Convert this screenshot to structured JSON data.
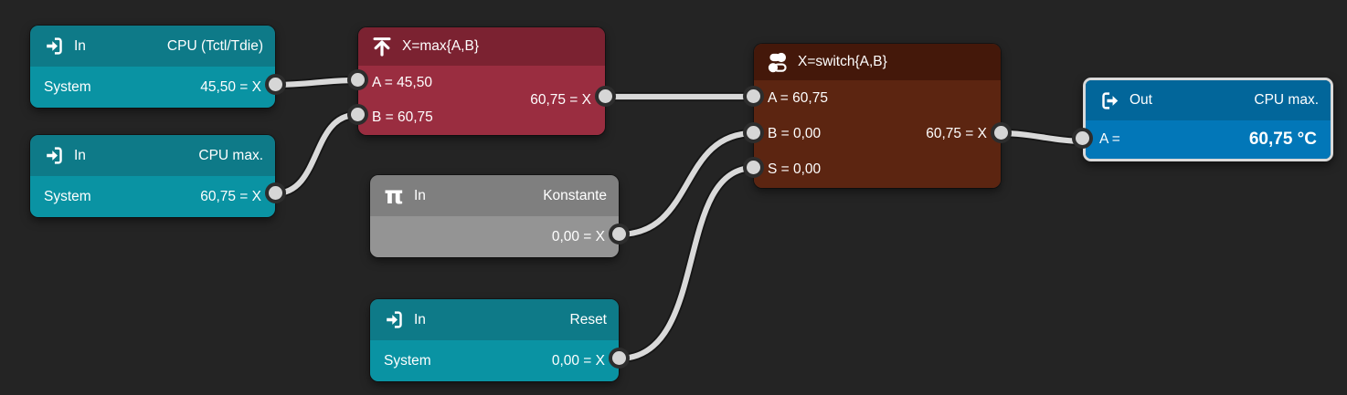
{
  "app": {
    "name": "sensor-node-editor"
  },
  "palette": {
    "background": "#242424",
    "teal_header": "#0e7a88",
    "teal_body": "#0a93a3",
    "red_header": "#7b2231",
    "red_body": "#9a2d40",
    "gray_header": "#7f7f7f",
    "gray_body": "#949494",
    "brown_header": "#44180a",
    "brown_body": "#5c2511",
    "blue_header": "#02669a",
    "blue_body": "#0277b8",
    "wire": "#d9d9d9",
    "port_fill": "#d6d6d6",
    "port_ring": "#2d2d2d",
    "selection_border": "#d9d9d9"
  },
  "icon_glyphs": {
    "pi": "π"
  },
  "nodes": [
    {
      "id": "in-cpu-tctl",
      "icon": "sign-in-icon",
      "header": {
        "label": "In",
        "title": "CPU (Tctl/Tdie)"
      },
      "body": {
        "source": "System",
        "value": "45,50 = X"
      }
    },
    {
      "id": "in-cpu-max",
      "icon": "sign-in-icon",
      "header": {
        "label": "In",
        "title": "CPU max."
      },
      "body": {
        "source": "System",
        "value": "60,75 = X"
      }
    },
    {
      "id": "max",
      "icon": "max-icon",
      "header": {
        "label": "X=max{A,B}"
      },
      "inputs": [
        {
          "label": "A = 45,50"
        },
        {
          "label": "B = 60,75"
        }
      ],
      "output": {
        "value": "60,75 = X"
      }
    },
    {
      "id": "konstante",
      "icon": "pi-icon",
      "header": {
        "label": "In",
        "title": "Konstante"
      },
      "output": {
        "value": "0,00 = X"
      }
    },
    {
      "id": "in-reset",
      "icon": "sign-in-icon",
      "header": {
        "label": "In",
        "title": "Reset"
      },
      "body": {
        "source": "System",
        "value": "0,00 = X"
      }
    },
    {
      "id": "switch",
      "icon": "switch-icon",
      "header": {
        "label": "X=switch{A,B}"
      },
      "inputs": [
        {
          "label": "A = 60,75"
        },
        {
          "label": "B = 0,00"
        },
        {
          "label": "S = 0,00"
        }
      ],
      "output": {
        "value": "60,75 = X"
      }
    },
    {
      "id": "out-cpu-max",
      "icon": "sign-out-icon",
      "header": {
        "label": "Out",
        "title": "CPU max."
      },
      "body": {
        "source": "A =",
        "value": "60,75 °C"
      }
    }
  ],
  "connections": [
    {
      "from": "in-cpu-tctl.X",
      "to": "max.A"
    },
    {
      "from": "in-cpu-max.X",
      "to": "max.B"
    },
    {
      "from": "max.X",
      "to": "switch.A"
    },
    {
      "from": "konstante.X",
      "to": "switch.B"
    },
    {
      "from": "in-reset.X",
      "to": "switch.S"
    },
    {
      "from": "switch.X",
      "to": "out-cpu-max.A"
    }
  ]
}
